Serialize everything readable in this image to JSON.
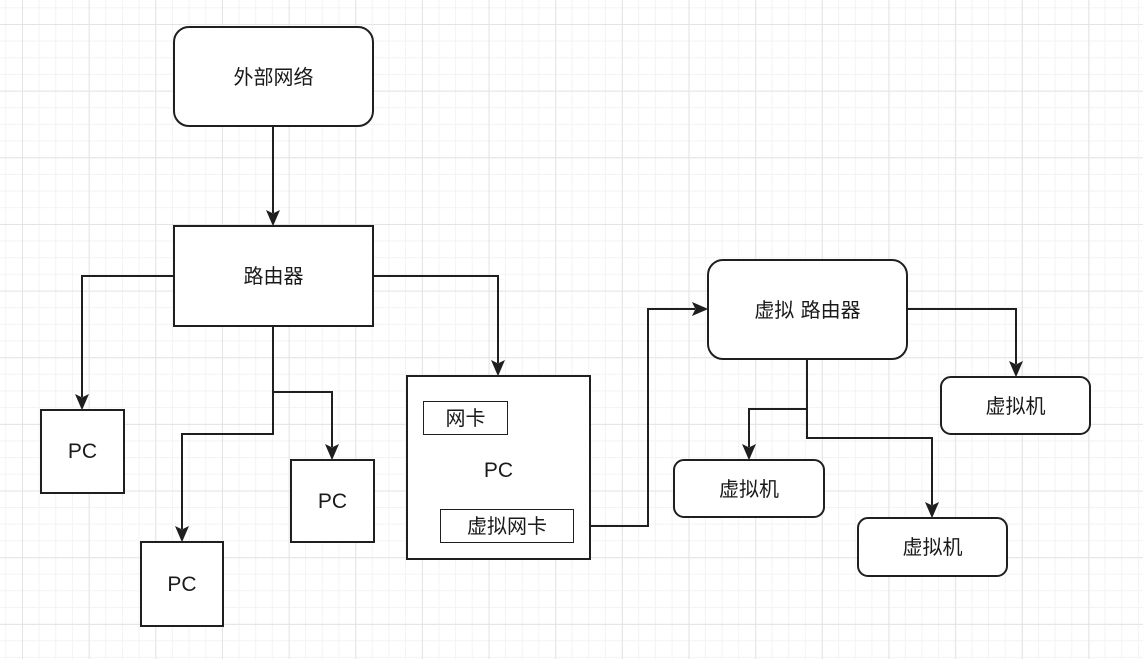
{
  "diagram": {
    "nodes": {
      "external_network": {
        "label": "外部网络",
        "shape": "rounded-rectangle"
      },
      "router": {
        "label": "路由器",
        "shape": "rectangle"
      },
      "pc_left": {
        "label": "PC",
        "shape": "rectangle"
      },
      "pc_middle": {
        "label": "PC",
        "shape": "rectangle"
      },
      "pc_bottom": {
        "label": "PC",
        "shape": "rectangle"
      },
      "pc_host": {
        "label": "PC",
        "shape": "rectangle",
        "children": {
          "nic": {
            "label": "网卡",
            "shape": "rectangle"
          },
          "virtual_nic": {
            "label": "虚拟网卡",
            "shape": "rectangle"
          }
        }
      },
      "virtual_router": {
        "label": "虚拟 路由器",
        "shape": "rounded-rectangle"
      },
      "vm_right": {
        "label": "虚拟机",
        "shape": "rounded-rectangle"
      },
      "vm_left": {
        "label": "虚拟机",
        "shape": "rounded-rectangle"
      },
      "vm_bottom": {
        "label": "虚拟机",
        "shape": "rounded-rectangle"
      }
    },
    "edges": [
      {
        "from": "external_network",
        "to": "router"
      },
      {
        "from": "router",
        "to": "pc_left"
      },
      {
        "from": "router",
        "to": "pc_middle"
      },
      {
        "from": "router",
        "to": "pc_bottom"
      },
      {
        "from": "router",
        "to": "pc_host"
      },
      {
        "from": "pc_host.virtual_nic",
        "to": "virtual_router"
      },
      {
        "from": "virtual_router",
        "to": "vm_right"
      },
      {
        "from": "virtual_router",
        "to": "vm_left"
      },
      {
        "from": "virtual_router",
        "to": "vm_bottom"
      }
    ],
    "colors": {
      "stroke": "#1f1f1f",
      "text": "#1a1a1a",
      "node_fill": "#ffffff",
      "grid_major": "#e4e4e4",
      "grid_minor": "#f3f3f3",
      "background": "#ffffff"
    }
  }
}
